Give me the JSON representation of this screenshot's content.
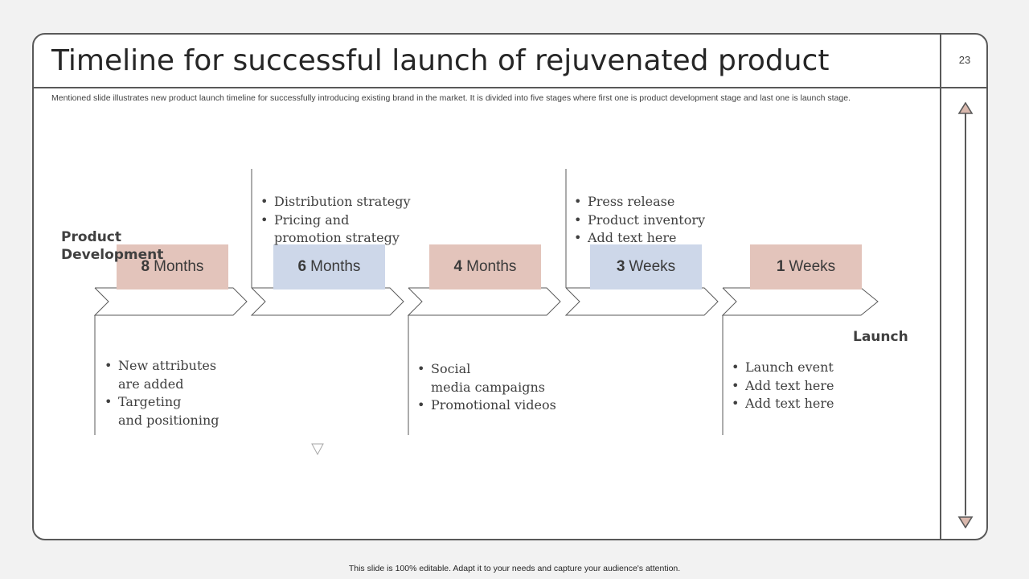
{
  "slide": {
    "title": "Timeline for successful launch of rejuvenated product",
    "page_number": "23",
    "subtitle": "Mentioned slide illustrates new product launch timeline for successfully introducing existing brand in the market. It is divided into five stages where first one is product development stage and last one is launch stage."
  },
  "labels": {
    "start": "Product\nDevelopment",
    "end": "Launch"
  },
  "stages": [
    {
      "value": "8",
      "unit": "Months",
      "color": "#e3c4bb"
    },
    {
      "value": "6",
      "unit": "Months",
      "color": "#cdd7e9"
    },
    {
      "value": "4",
      "unit": "Months",
      "color": "#e3c4bb"
    },
    {
      "value": "3",
      "unit": "Weeks",
      "color": "#cdd7e9"
    },
    {
      "value": "1",
      "unit": "Weeks",
      "color": "#e3c4bb"
    }
  ],
  "bullets": {
    "stage1": [
      "New attributes\nare added",
      "Targeting\nand positioning"
    ],
    "stage2": [
      "Distribution strategy",
      "Pricing and\npromotion strategy"
    ],
    "stage3": [
      "Social\nmedia campaigns",
      "Promotional videos"
    ],
    "stage4": [
      "Press release",
      "Product inventory",
      "Add text here"
    ],
    "stage5": [
      "Launch event",
      "Add text here",
      "Add text here"
    ]
  },
  "footer": "This slide is 100% editable. Adapt it to your needs and capture your audience's attention.",
  "colors": {
    "accent_pink": "#e3c4bb",
    "accent_blue": "#cdd7e9",
    "frame": "#595959",
    "nav_arrow_fill": "#d9b8ad"
  },
  "icons": [
    "triangle-up-icon",
    "triangle-down-icon",
    "triangle-outline-icon"
  ]
}
